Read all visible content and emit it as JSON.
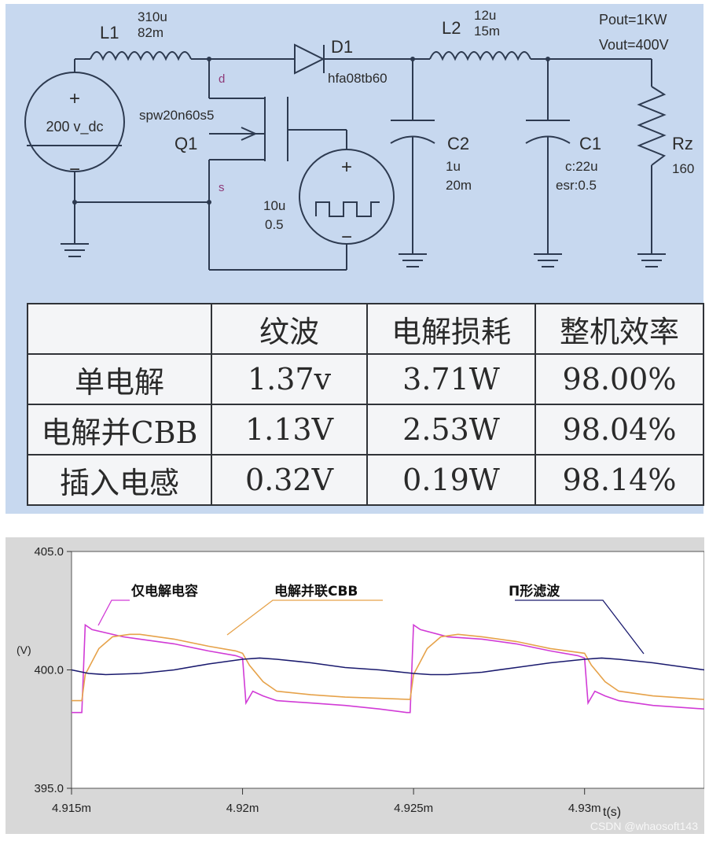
{
  "schematic": {
    "source": {
      "plus": "+",
      "value": "200 v_dc",
      "minus": "−"
    },
    "L1": {
      "name": "L1",
      "value1": "310u",
      "value2": "82m"
    },
    "D1": {
      "name": "D1",
      "part": "hfa08tb60"
    },
    "L2": {
      "name": "L2",
      "value1": "12u",
      "value2": "15m"
    },
    "specs": {
      "pout": "Pout=1KW",
      "vout": "Vout=400V"
    },
    "Q1": {
      "name": "Q1",
      "part": "spw20n60s5",
      "drain": "d",
      "source": "s"
    },
    "gate_source": {
      "plus": "+",
      "minus": "−",
      "value1": "10u",
      "value2": "0.5"
    },
    "C2": {
      "name": "C2",
      "value1": "1u",
      "value2": "20m"
    },
    "C1": {
      "name": "C1",
      "value1": "c:22u",
      "value2": "esr:0.5"
    },
    "Rz": {
      "name": "Rz",
      "value": "160"
    }
  },
  "table": {
    "headers": [
      "",
      "纹波",
      "电解损耗",
      "整机效率"
    ],
    "rows": [
      [
        "单电解",
        "1.37v",
        "3.71W",
        "98.00%"
      ],
      [
        "电解并CBB",
        "1.13V",
        "2.53W",
        "98.04%"
      ],
      [
        "插入电感",
        "0.32V",
        "0.19W",
        "98.14%"
      ]
    ]
  },
  "chart_data": {
    "type": "line",
    "ylabel": "(V)",
    "xlabel": "t(s)",
    "ylim": [
      395.0,
      405.0
    ],
    "xlim": [
      4.915,
      4.9335
    ],
    "x_unit": "ms",
    "yticks": [
      "405.0",
      "400.0",
      "395.0"
    ],
    "xticks": [
      "4.915m",
      "4.92m",
      "4.925m",
      "4.93m"
    ],
    "xtick_values": [
      4.915,
      4.92,
      4.925,
      4.93
    ],
    "grid": false,
    "annotations": [
      "仅电解电容",
      "电解并联CBB",
      "Π形滤波"
    ],
    "series": [
      {
        "name": "仅电解电容",
        "color": "#d13bd6",
        "points": [
          [
            4.915,
            398.2
          ],
          [
            4.9153,
            398.2
          ],
          [
            4.9154,
            401.9
          ],
          [
            4.9156,
            401.7
          ],
          [
            4.9165,
            401.4
          ],
          [
            4.917,
            401.3
          ],
          [
            4.918,
            401.1
          ],
          [
            4.919,
            400.8
          ],
          [
            4.9198,
            400.6
          ],
          [
            4.92,
            400.5
          ],
          [
            4.9201,
            398.6
          ],
          [
            4.9203,
            399.1
          ],
          [
            4.9206,
            398.9
          ],
          [
            4.921,
            398.7
          ],
          [
            4.922,
            398.6
          ],
          [
            4.923,
            398.5
          ],
          [
            4.924,
            398.35
          ],
          [
            4.9248,
            398.2
          ],
          [
            4.9249,
            398.2
          ],
          [
            4.925,
            401.9
          ],
          [
            4.9252,
            401.7
          ],
          [
            4.926,
            401.4
          ],
          [
            4.927,
            401.3
          ],
          [
            4.928,
            401.1
          ],
          [
            4.929,
            400.8
          ],
          [
            4.9298,
            400.6
          ],
          [
            4.93,
            400.5
          ],
          [
            4.9301,
            398.6
          ],
          [
            4.9303,
            399.1
          ],
          [
            4.9306,
            398.9
          ],
          [
            4.931,
            398.7
          ],
          [
            4.932,
            398.5
          ],
          [
            4.9335,
            398.35
          ]
        ]
      },
      {
        "name": "电解并联CBB",
        "color": "#e6a24a",
        "points": [
          [
            4.915,
            398.7
          ],
          [
            4.9153,
            398.7
          ],
          [
            4.9154,
            399.8
          ],
          [
            4.9158,
            400.9
          ],
          [
            4.9162,
            401.4
          ],
          [
            4.9167,
            401.5
          ],
          [
            4.917,
            401.5
          ],
          [
            4.918,
            401.3
          ],
          [
            4.919,
            401.0
          ],
          [
            4.9198,
            400.8
          ],
          [
            4.92,
            400.7
          ],
          [
            4.9202,
            400.2
          ],
          [
            4.9206,
            399.5
          ],
          [
            4.921,
            399.1
          ],
          [
            4.922,
            398.95
          ],
          [
            4.923,
            398.85
          ],
          [
            4.924,
            398.8
          ],
          [
            4.9249,
            398.75
          ],
          [
            4.925,
            399.8
          ],
          [
            4.9254,
            400.9
          ],
          [
            4.9258,
            401.4
          ],
          [
            4.9263,
            401.5
          ],
          [
            4.927,
            401.4
          ],
          [
            4.928,
            401.2
          ],
          [
            4.929,
            400.9
          ],
          [
            4.93,
            400.7
          ],
          [
            4.9302,
            400.2
          ],
          [
            4.9306,
            399.5
          ],
          [
            4.931,
            399.1
          ],
          [
            4.932,
            398.9
          ],
          [
            4.9335,
            398.75
          ]
        ]
      },
      {
        "name": "Π形滤波",
        "color": "#1a1a6e",
        "points": [
          [
            4.915,
            400.0
          ],
          [
            4.9155,
            399.85
          ],
          [
            4.916,
            399.8
          ],
          [
            4.917,
            399.85
          ],
          [
            4.918,
            400.0
          ],
          [
            4.919,
            400.25
          ],
          [
            4.92,
            400.45
          ],
          [
            4.9205,
            400.5
          ],
          [
            4.921,
            400.45
          ],
          [
            4.922,
            400.3
          ],
          [
            4.923,
            400.1
          ],
          [
            4.924,
            400.0
          ],
          [
            4.925,
            399.85
          ],
          [
            4.9255,
            399.8
          ],
          [
            4.926,
            399.8
          ],
          [
            4.927,
            399.9
          ],
          [
            4.928,
            400.1
          ],
          [
            4.929,
            400.3
          ],
          [
            4.93,
            400.45
          ],
          [
            4.9305,
            400.5
          ],
          [
            4.931,
            400.45
          ],
          [
            4.932,
            400.3
          ],
          [
            4.933,
            400.1
          ],
          [
            4.9335,
            400.0
          ]
        ]
      }
    ]
  },
  "watermark": "CSDN @whaosoft143",
  "colors": {
    "schematic_bg": "#c7d8ef",
    "wire": "#2d3a50",
    "label": "#2b2b2b",
    "node_label": "#8e3a78",
    "chart_bg": "#d8d8d8"
  }
}
